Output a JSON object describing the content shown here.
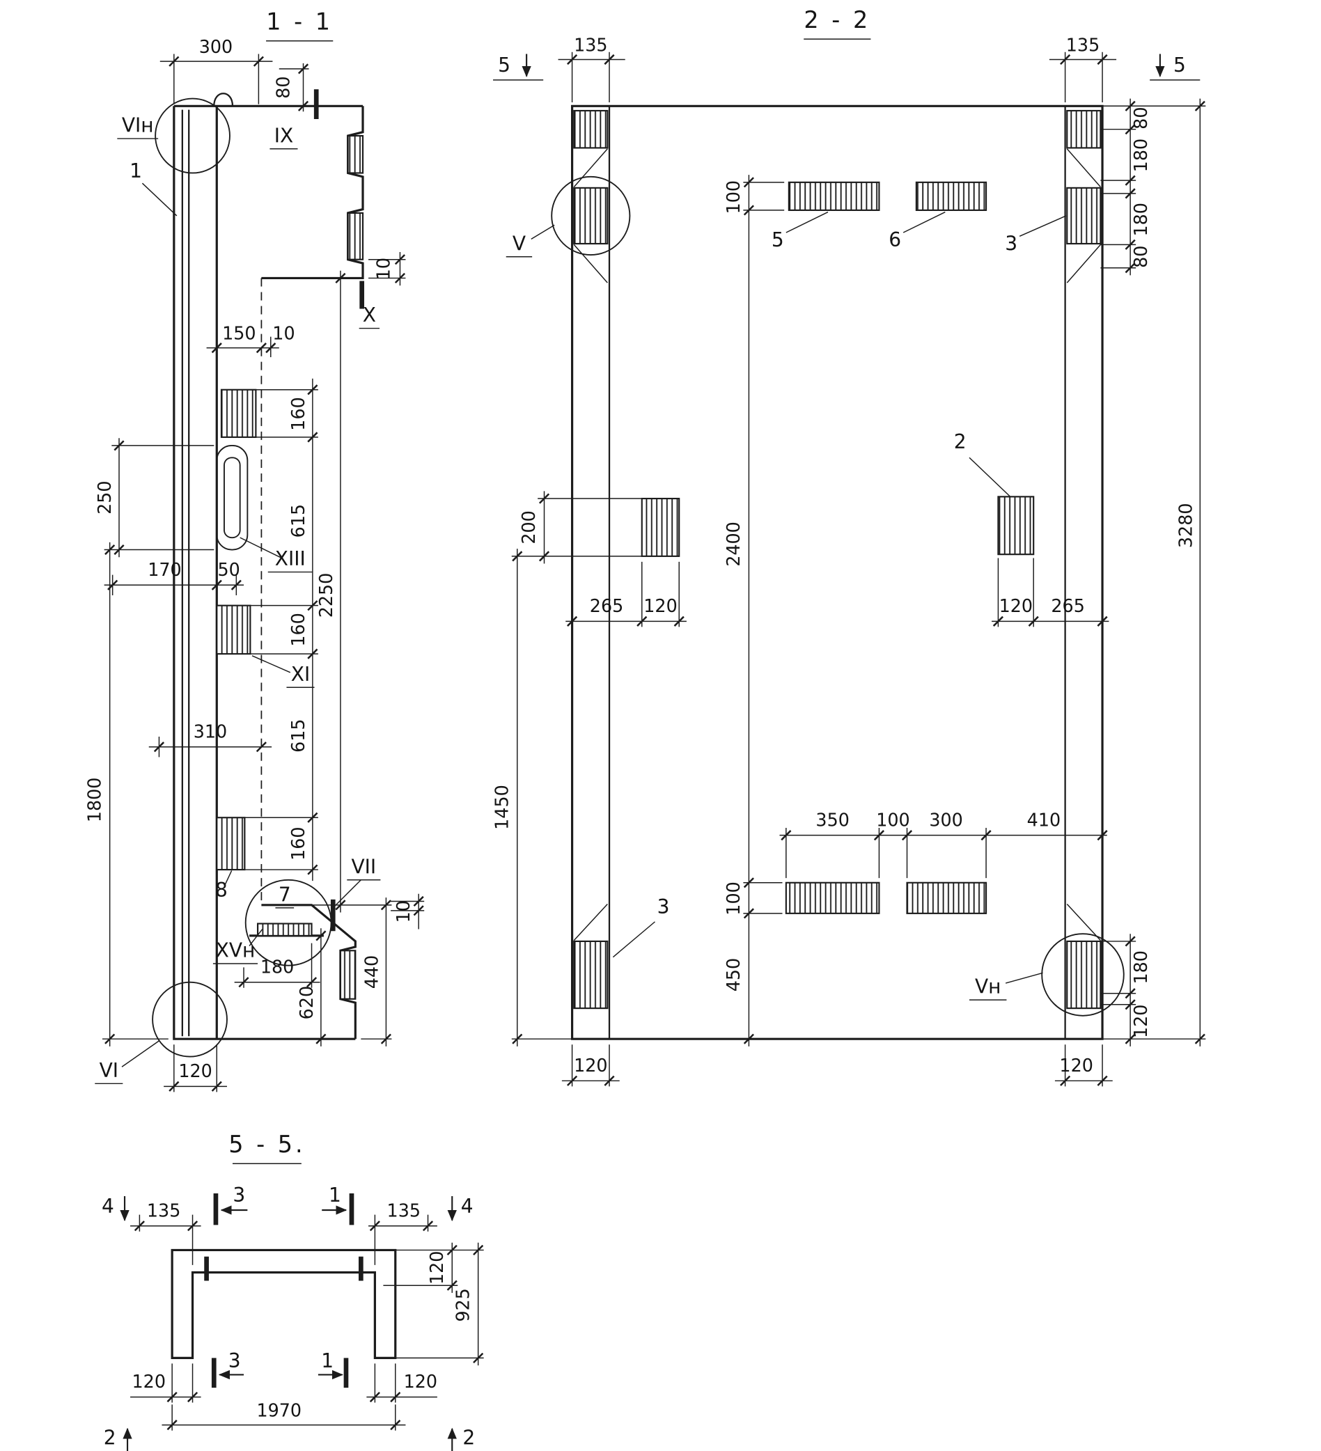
{
  "sections": {
    "s11": {
      "title": "1 - 1",
      "dims": {
        "top_width": "300",
        "top_offset": "80",
        "flange_step": "10",
        "ledge_width": "150",
        "ledge_gap": "10",
        "key1_h": "160",
        "gap1": "615",
        "key2_h": "160",
        "gap2": "615",
        "key3_h": "160",
        "inner_height": "2250",
        "slot_height": "250",
        "off170": "170",
        "off50": "50",
        "off310": "310",
        "lower_height": "1800",
        "step10": "10",
        "foot180": "180",
        "foot440": "440",
        "foot620": "620",
        "wall120": "120"
      },
      "labels": {
        "vi_top": "VIн",
        "ix": "IX",
        "part1": "1",
        "x": "X",
        "xiii": "XIII",
        "xi": "XI",
        "part8": "8",
        "part7": "7",
        "vii": "VII",
        "xv_bottom": "XVн",
        "vi_bottom": "VI"
      }
    },
    "s22": {
      "title": "2 - 2",
      "cut5_left": "5",
      "cut5_right": "5",
      "dims": {
        "rib135_left": "135",
        "rib135_right": "135",
        "r80_top": "80",
        "r180_a": "180",
        "r180_b": "180",
        "r80_b": "80",
        "total_3280": "3280",
        "plate100_top": "100",
        "mid2400": "2400",
        "block200": "200",
        "left265": "265",
        "left120": "120",
        "right120": "120",
        "right265": "265",
        "left1450": "1450",
        "plate100_bottom": "100",
        "bottom450": "450",
        "w350": "350",
        "w100": "100",
        "w300": "300",
        "w410": "410",
        "r180_c": "180",
        "r120_d": "120",
        "b120_left": "120",
        "b120_right": "120"
      },
      "labels": {
        "v": "V",
        "vn": "Vн",
        "part5": "5",
        "part6": "6",
        "part3_top": "3",
        "part3_bottom": "3",
        "part2": "2"
      }
    },
    "s55": {
      "title": "5 - 5.",
      "cuts": {
        "c4l": "4",
        "c4r": "4",
        "c3t": "3",
        "c1t": "1",
        "c3b": "3",
        "c1b": "1",
        "c2l": "2",
        "c2r": "2"
      },
      "dims": {
        "f135l": "135",
        "f135r": "135",
        "t120": "120",
        "d925": "925",
        "leg120l": "120",
        "leg120r": "120",
        "w1970": "1970"
      }
    }
  }
}
